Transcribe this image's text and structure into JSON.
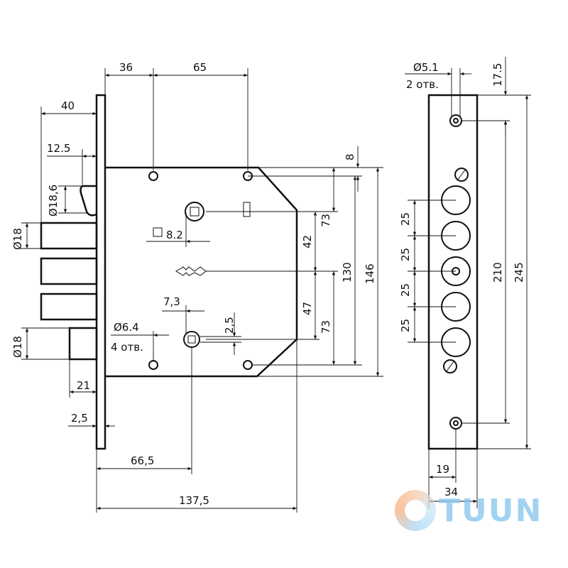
{
  "dimensions": {
    "d36": "36",
    "d65": "65",
    "d40": "40",
    "d12_5": "12.5",
    "d18_6": "Ø18,6",
    "d18_top": "Ø18",
    "d18_bottom": "Ø18",
    "d8_2": "8.2",
    "d7_3": "7,3",
    "d6_4": "Ø6.4",
    "holes_4": "4 отв.",
    "d2_5_vert": "2,5",
    "d21": "21",
    "d2_5_horiz": "2,5",
    "d66_5": "66,5",
    "d137_5": "137,5",
    "d8": "8",
    "d73_top": "73",
    "d42": "42",
    "d47": "47",
    "d73_bottom": "73",
    "d130": "130",
    "d146": "146",
    "d5_1": "Ø5.1",
    "holes_2": "2 отв.",
    "d17_5": "17.5",
    "d25_a": "25",
    "d25_b": "25",
    "d25_c": "25",
    "d25_d": "25",
    "d210": "210",
    "d245": "245",
    "d19": "19",
    "d34": "34"
  },
  "logo": {
    "text": "TUUN"
  }
}
